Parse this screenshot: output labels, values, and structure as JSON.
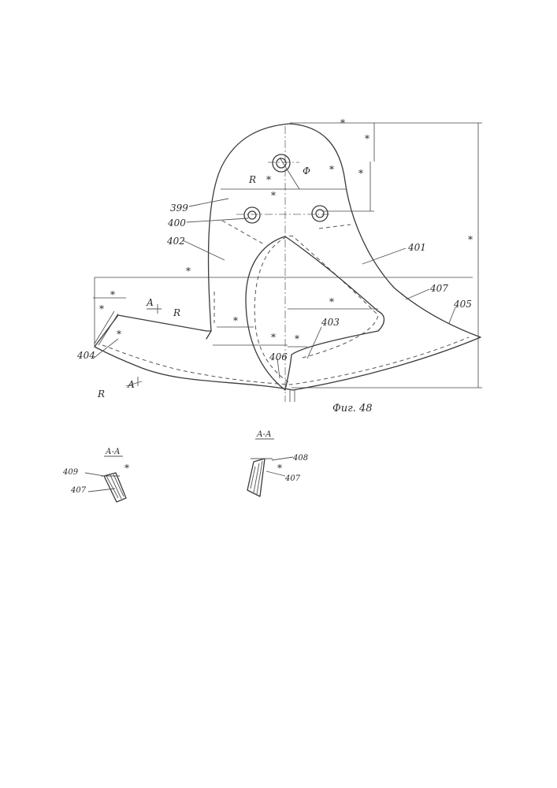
{
  "figure": {
    "caption": "Фиг. 48",
    "section_label": "А-А"
  },
  "marks": {
    "asterisk": "*",
    "radius": "R",
    "phi": "Ф",
    "section_a": "А"
  },
  "callouts": {
    "n399": "399",
    "n400": "400",
    "n401": "401",
    "n402": "402",
    "n403": "403",
    "n404": "404",
    "n405": "405",
    "n406": "406",
    "n407": "407",
    "n408": "408",
    "n409": "409"
  }
}
